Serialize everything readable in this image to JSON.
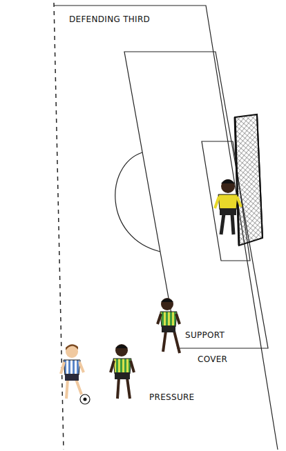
{
  "diagram": {
    "labels": [
      "DEFENDING THIRD",
      "SUPPORT",
      "COVER",
      "PRESSURE"
    ]
  }
}
